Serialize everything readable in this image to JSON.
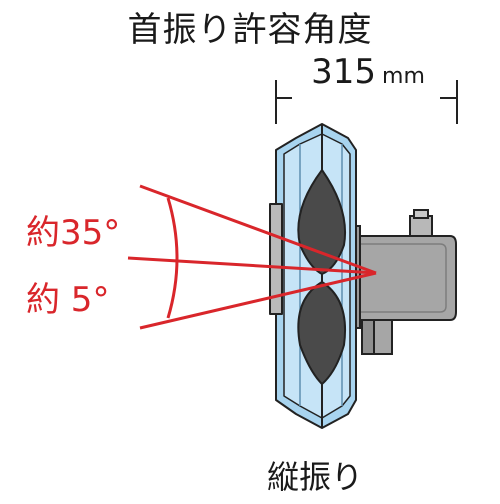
{
  "title": "首振り許容角度",
  "dimension": {
    "value": "315",
    "unit": "mm"
  },
  "angles": {
    "up": "約35°",
    "down": "約 5°"
  },
  "caption": "縦振り",
  "colors": {
    "arrow_red": "#d9262b",
    "blade_blue": "#a8d4ef",
    "outline": "#222222",
    "motor_gray": "#a6a6a6",
    "blade_dark": "#4a4a4a"
  },
  "icons": [
    "fan-guard-icon",
    "motor-housing-icon",
    "fan-blade-icon"
  ]
}
